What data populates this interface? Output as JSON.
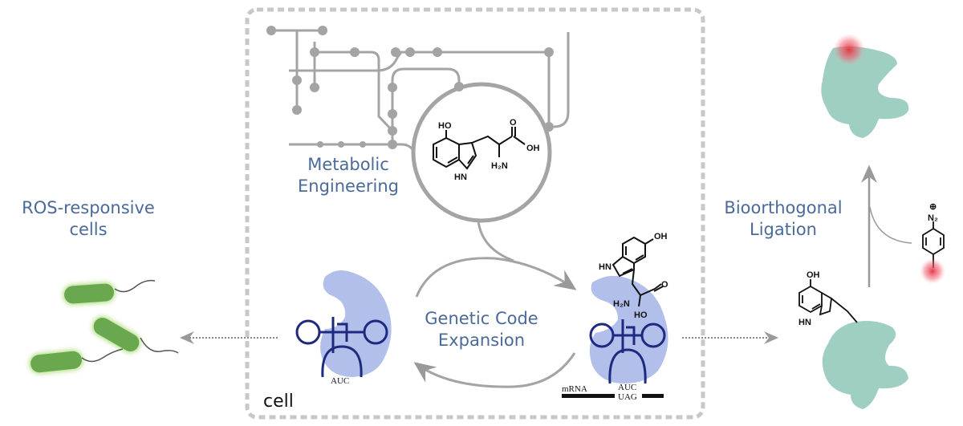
{
  "labels": {
    "ros_line1": "ROS-responsive",
    "ros_line2": "cells",
    "metabolic_line1": "Metabolic",
    "metabolic_line2": "Engineering",
    "gce_line1": "Genetic Code",
    "gce_line2": "Expansion",
    "bio_line1": "Bioorthogonal",
    "bio_line2": "Ligation",
    "cell": "cell"
  },
  "chem": {
    "ho": "HO",
    "oh": "OH",
    "hn": "HN",
    "h2n": "H₂N",
    "o": "O",
    "n2": "N₂",
    "plus": "⊕"
  },
  "trna": {
    "anticodon_left": "AUC",
    "anticodon_right": "AUC",
    "codon": "UAG",
    "mrna_label": "mRNA"
  },
  "colors": {
    "text_blue": "#4a6a9a",
    "pathway_gray": "#a0a0a0",
    "ribosome_blue": "#a9b8e8",
    "trna_navy": "#1e2a80",
    "protein_teal": "#9fcfc3",
    "bacteria_green": "#6aa84f",
    "glow_red": "#e8404a"
  }
}
